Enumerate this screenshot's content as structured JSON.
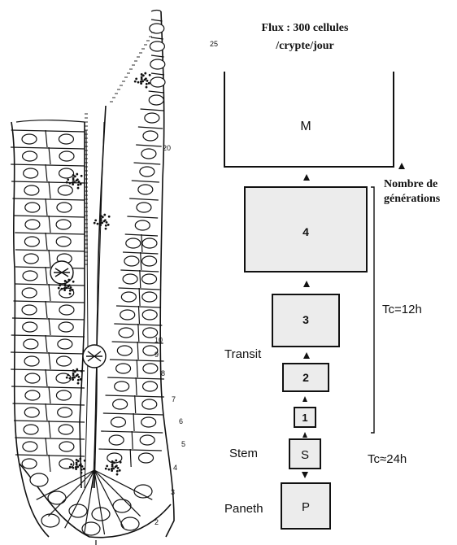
{
  "flux": {
    "line1": "Flux : 300 cellules",
    "line2": "/crypte/jour"
  },
  "generations_label": {
    "line1": "Nombre de",
    "line2": "générations"
  },
  "compartments": {
    "m": "M",
    "g4": "4",
    "g3": "3",
    "g2": "2",
    "g1": "1",
    "s": "S",
    "p": "P"
  },
  "labels": {
    "transit": "Transit",
    "stem": "Stem",
    "paneth": "Paneth",
    "tc_transit": "Tc=12h",
    "tc_stem": "Tc≈24h"
  },
  "position_numbers": [
    "25",
    "20",
    "10",
    "9",
    "8",
    "7",
    "6",
    "5",
    "4",
    "3",
    "2"
  ],
  "colors": {
    "ink": "#111111",
    "box_fill": "#ececec",
    "cell_fill": "#ffffff"
  }
}
